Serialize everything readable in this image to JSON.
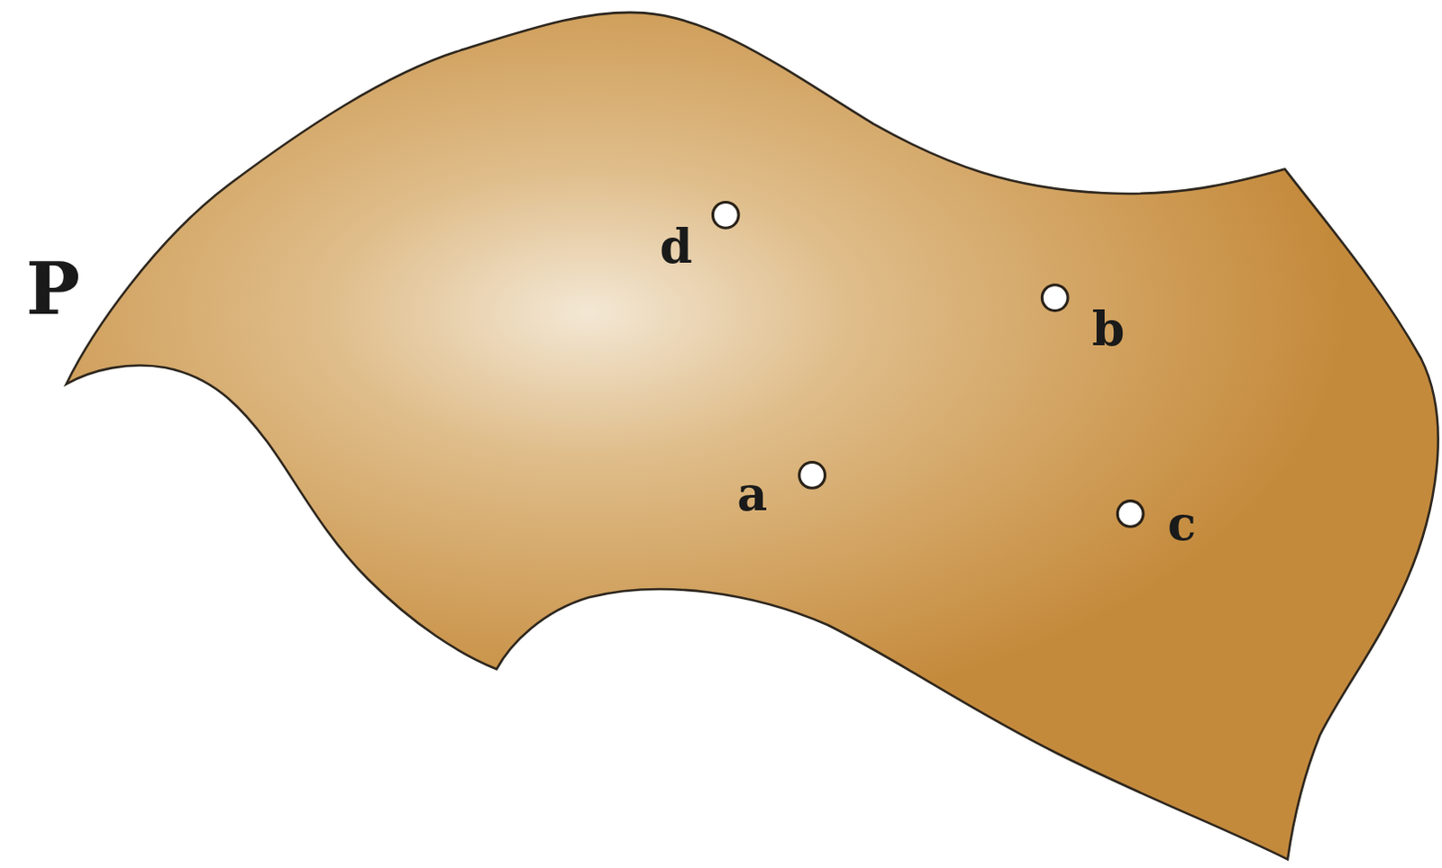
{
  "diagram": {
    "nodes": [
      {
        "text": [
          "P"
        ]
      }
    ],
    "labels": [
      "d",
      "b",
      "a",
      "c"
    ]
  }
}
